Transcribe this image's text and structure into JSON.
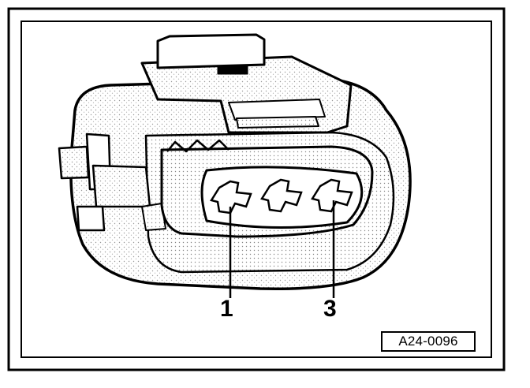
{
  "callouts": {
    "pin_1": "1",
    "pin_3": "3"
  },
  "figure_id": "A24-0096",
  "icons": [
    "connector-housing-drawing",
    "pin-contact-icon"
  ]
}
